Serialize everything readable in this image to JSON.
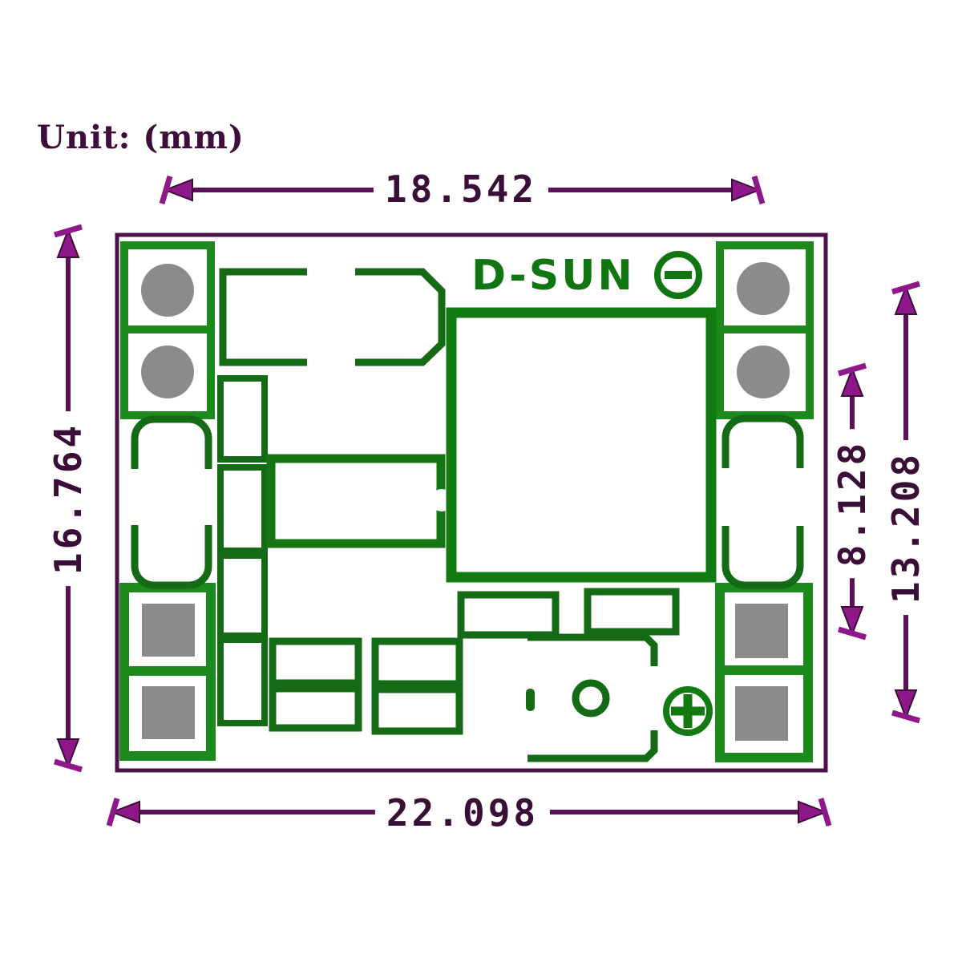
{
  "unit_label": "Unit: (mm)",
  "brand": "D-SUN",
  "dimensions": {
    "top_width_mm": "18.542",
    "left_height_mm": "16.764",
    "right_inner_mm": "8.128",
    "right_outer_mm": "13.208",
    "bottom_width_mm": "22.098"
  },
  "icons": {
    "polarity_negative": "minus-in-circle",
    "polarity_positive": "plus-in-circle"
  },
  "colors": {
    "trace_green": "#156b15",
    "trace_green_thick": "#1d8a1d",
    "pad_gray": "#8b8b8b",
    "board_outline_purple": "#4a1247",
    "dimension_line_magenta": "#5c1156",
    "arrowhead_magenta": "#8e188a",
    "dimension_text_purple": "#3a0e36",
    "brand_green": "#117511"
  }
}
